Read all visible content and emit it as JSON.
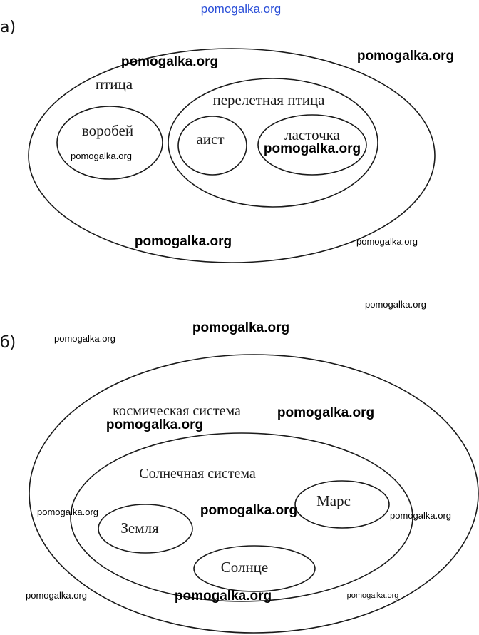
{
  "header": {
    "site": "pomogalka.org"
  },
  "diagram_a": {
    "part_label": "а)",
    "outer": "птица",
    "inner": "перелетная птица",
    "item_1": "воробей",
    "item_2": "аист",
    "item_3": "ласточка"
  },
  "diagram_b": {
    "part_label": "б)",
    "outer": "космическая система",
    "inner": "Солнечная система",
    "item_1": "Земля",
    "item_2": "Марс",
    "item_3": "Солнце"
  },
  "watermark": "pomogalka.org"
}
